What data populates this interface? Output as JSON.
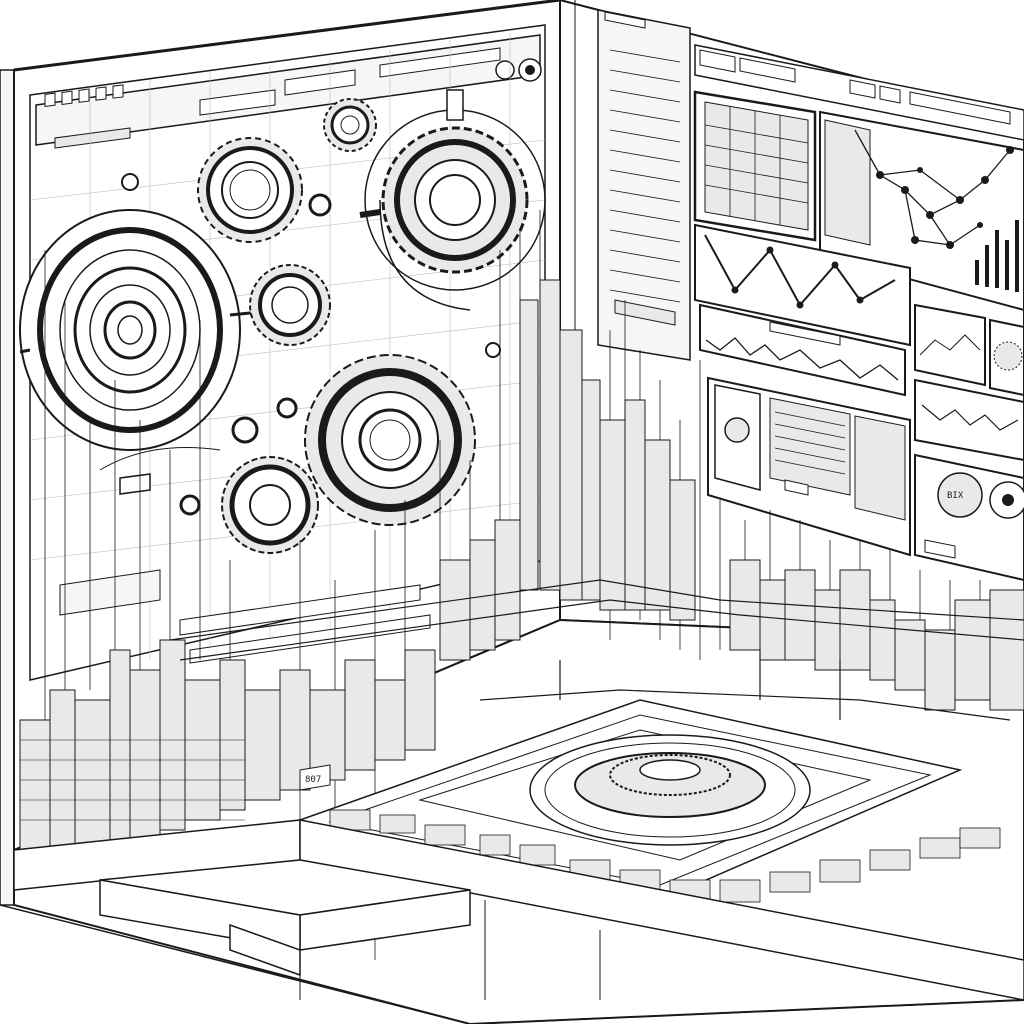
{
  "colors": {
    "ink": "#1a1a1a",
    "paper": "#ffffff",
    "shade": "#e9e9e9"
  },
  "scene": {
    "left_wall": {
      "browser_bar": {
        "icons": [
          "square-icon",
          "square-icon",
          "square-icon",
          "square-icon",
          "square-icon"
        ]
      },
      "gears": [
        "gear-icon",
        "gear-icon",
        "gear-icon",
        "gear-icon",
        "gear-icon",
        "gear-icon",
        "gear-icon"
      ],
      "dials": [
        "dial-icon",
        "dial-icon"
      ]
    },
    "right_wall": {
      "panels": [
        "table-panel",
        "network-graph-panel",
        "line-chart-panel",
        "bar-chart-panel",
        "document-panel",
        "image-panel"
      ]
    },
    "floor": {
      "platform": "circular-platform",
      "city": "miniature-city"
    },
    "labels": {
      "disc_label": "BIX",
      "tiny_label": "807"
    }
  }
}
